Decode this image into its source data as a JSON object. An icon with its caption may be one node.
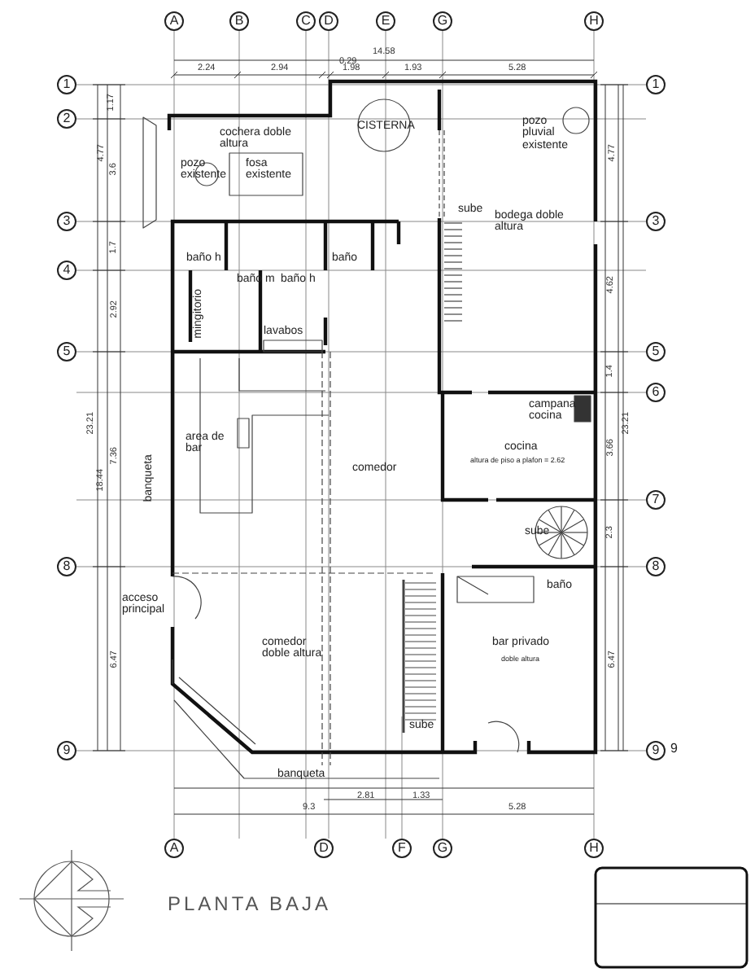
{
  "diagram": {
    "title": "PLANTA BAJA",
    "nodes": [
      {
        "text": [
          "A"
        ]
      },
      {
        "text": [
          "B"
        ]
      },
      {
        "text": [
          "C"
        ]
      },
      {
        "text": [
          "D"
        ]
      },
      {
        "text": [
          "E"
        ]
      },
      {
        "text": [
          "G"
        ]
      },
      {
        "text": [
          "H"
        ]
      },
      {
        "text": [
          "1"
        ]
      },
      {
        "text": [
          "2"
        ]
      },
      {
        "text": [
          "3"
        ]
      },
      {
        "text": [
          "4"
        ]
      },
      {
        "text": [
          "5"
        ]
      },
      {
        "text": [
          "8"
        ]
      },
      {
        "text": [
          "9"
        ]
      },
      {
        "text": [
          "1"
        ]
      },
      {
        "text": [
          "3"
        ]
      },
      {
        "text": [
          "5"
        ]
      },
      {
        "text": [
          "6"
        ]
      },
      {
        "text": [
          "7"
        ]
      },
      {
        "text": [
          "8"
        ]
      },
      {
        "text": [
          "9"
        ],
        "beside": [
          "9"
        ]
      },
      {
        "text": [
          "A"
        ]
      },
      {
        "text": [
          "D"
        ]
      },
      {
        "text": [
          "F"
        ]
      },
      {
        "text": [
          "G"
        ]
      },
      {
        "text": [
          "H"
        ]
      }
    ],
    "labels": [
      "14.58",
      "0.29",
      "2.24",
      "2.94",
      "1.98",
      "1.93",
      "5.28",
      "1.17",
      "4.77",
      "3.6",
      "1.7",
      "2.92",
      "23.21",
      "18.44",
      "7.36",
      "6.47",
      "4.77",
      "4.62",
      "1.4",
      "23.21",
      "3.66",
      "2.3",
      "6.47",
      "cochera doble altura",
      "CISTERNA",
      "pozo pluvial existente",
      "pozo existente",
      "fosa existente",
      "sube",
      "bodega doble altura",
      "baño h",
      "baño m",
      "baño h",
      "baño",
      "mingitorio",
      "lavabos",
      "campana cocina",
      "area de bar",
      "comedor",
      "cocina",
      "altura de piso a plafon = 2.62",
      "sube",
      "banqueta",
      "acceso principal",
      "baño",
      "comedor doble altura",
      "bar privado",
      "doble altura",
      "sube",
      "banqueta",
      "2.81",
      "1.33",
      "9.3",
      "5.28"
    ]
  }
}
